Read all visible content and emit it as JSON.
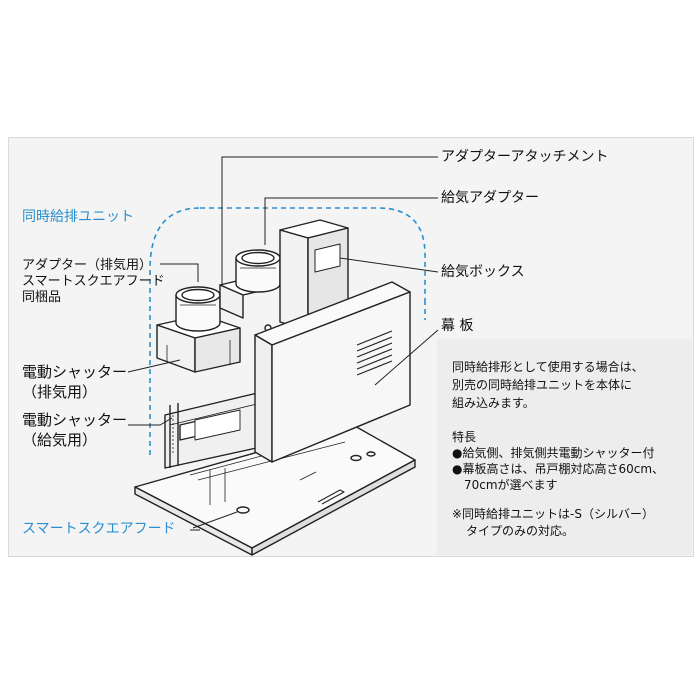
{
  "labels": {
    "adapter_attachment": "アダプターアタッチメント",
    "supply_adapter": "給気アダプター",
    "simultaneous_unit": "同時給排ユニット",
    "adapter_exhaust_line1": "アダプター（排気用）",
    "adapter_exhaust_line2": "スマートスクエアフード",
    "adapter_exhaust_line3": "同梱品",
    "supply_box": "給気ボックス",
    "curtain_board": "幕 板",
    "shutter_exhaust_line1": "電動シャッター",
    "shutter_exhaust_line2": "（排気用）",
    "shutter_supply_line1": "電動シャッター",
    "shutter_supply_line2": "（給気用）",
    "smart_square_hood": "スマートスクエアフード"
  },
  "note": {
    "line1": "同時給排形として使用する場合は、",
    "line2": "別売の同時給排ユニットを本体に",
    "line3": "組み込みます。",
    "features_title": "特長",
    "feature1": "●給気側、排気側共電動シャッター付",
    "feature2_line1": "●幕板高さは、吊戸棚対応高さ60cm、",
    "feature2_line2": "70cmが選べます",
    "footnote_line1": "※同時給排ユニットは-S（シルバー）",
    "footnote_line2": "タイプのみの対応。"
  },
  "colors": {
    "accent_blue": "#2b8fce",
    "frame_bg": "#f4f4f4",
    "note_bg": "#ededed",
    "line": "#222222"
  }
}
